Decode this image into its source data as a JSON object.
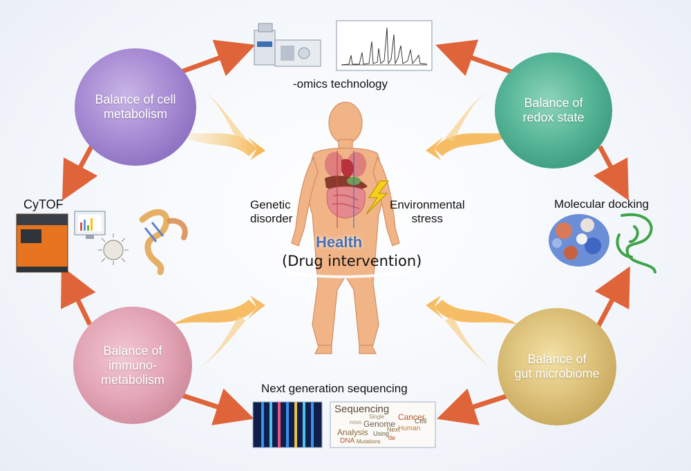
{
  "center": {
    "health": "Health",
    "drug": "(Drug intervention)",
    "genetic": "Genetic\ndisorder",
    "environmental": "Environmental\nstress"
  },
  "spheres": {
    "metabolism": "Balance of cell\nmetabolism",
    "redox": "Balance of\nredox state",
    "immuno": "Balance of\nimmuno-\nmetabolism",
    "gut": "Balance of\ngut microbiome"
  },
  "technologies": {
    "omics": "-omics technology",
    "cytof": "CyTOF",
    "docking": "Molecular   docking",
    "ngs": "Next generation sequencing"
  },
  "word_cloud": {
    "words": [
      "Sequencing",
      "Cancer",
      "Genome",
      "Analysis",
      "Human",
      "Cell",
      "DNA",
      "Next",
      "Single",
      "Mutations",
      "Using",
      "de",
      "novo"
    ]
  },
  "colors": {
    "arrow": "#e0643a",
    "swoosh": "#f6b24a",
    "health": "#4a6fb2"
  }
}
